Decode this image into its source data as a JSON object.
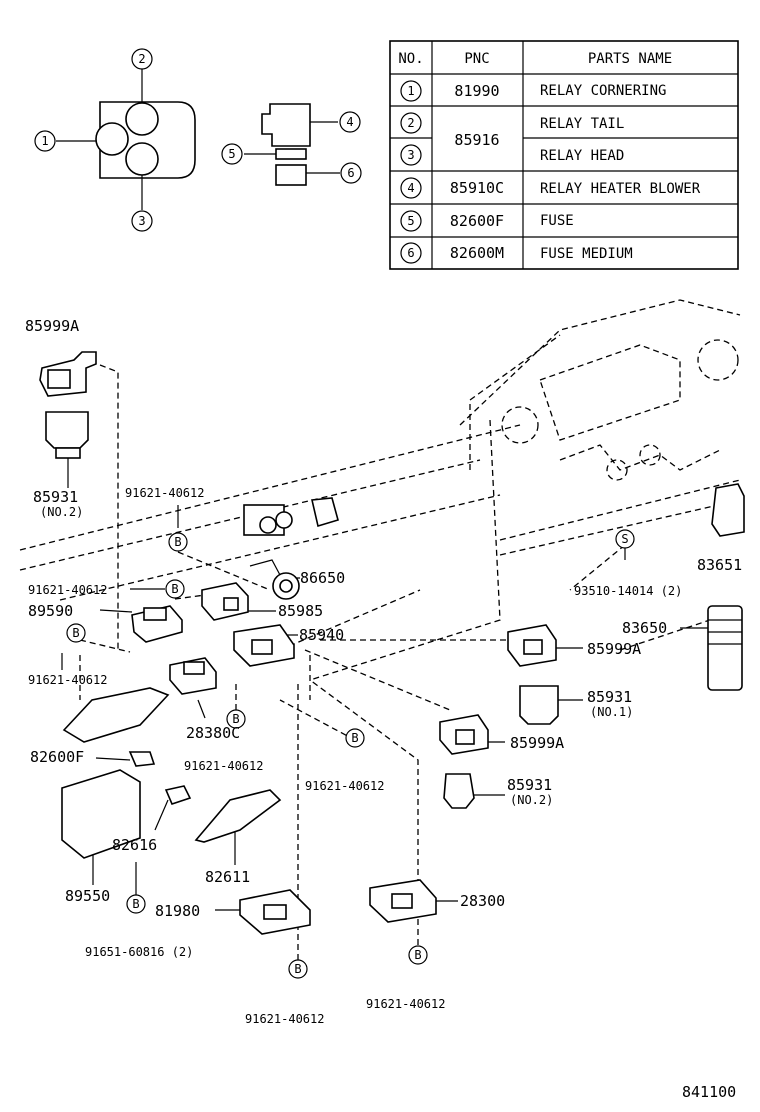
{
  "table": {
    "headers": {
      "no": "NO.",
      "pnc": "PNC",
      "name": "PARTS NAME"
    },
    "rows": [
      {
        "no": "1",
        "pnc": "81990",
        "name": "RELAY CORNERING"
      },
      {
        "no": "2",
        "pnc": "85916",
        "name": "RELAY TAIL"
      },
      {
        "no": "3",
        "pnc": "",
        "name": "RELAY HEAD"
      },
      {
        "no": "4",
        "pnc": "85910C",
        "name": "RELAY HEATER BLOWER"
      },
      {
        "no": "5",
        "pnc": "82600F",
        "name": "FUSE"
      },
      {
        "no": "6",
        "pnc": "82600M",
        "name": "FUSE MEDIUM"
      }
    ]
  },
  "legend_numbers": [
    "1",
    "2",
    "3",
    "4",
    "5",
    "6"
  ],
  "callouts": {
    "c85999A_top": "85999A",
    "c85931_top": "85931",
    "c85931_top_sub": "(NO.2)",
    "c91621_a": "91621-40612",
    "c91621_b": "91621-40612",
    "c91621_c": "91621-40612",
    "c91621_d": "91621-40612",
    "c91621_e": "91621-40612",
    "c91621_f": "91621-40612",
    "c91621_g": "91621-40612",
    "c89590": "89590",
    "c86650": "86650",
    "c85985": "85985",
    "c85940": "85940",
    "c28380C": "28380C",
    "c82600F": "82600F",
    "c82616": "82616",
    "c82611": "82611",
    "c89550": "89550",
    "c81980": "81980",
    "c91651": "91651-60816 (2)",
    "c28300": "28300",
    "c83651": "83651",
    "c93510": "93510-14014 (2)",
    "c83650": "83650",
    "c85999A_r1": "85999A",
    "c85931_r1": "85931",
    "c85931_r1_sub": "(NO.1)",
    "c85999A_r2": "85999A",
    "c85931_r2": "85931",
    "c85931_r2_sub": "(NO.2)",
    "page_ref": "841100"
  },
  "markers": {
    "b": "B",
    "s": "S"
  }
}
